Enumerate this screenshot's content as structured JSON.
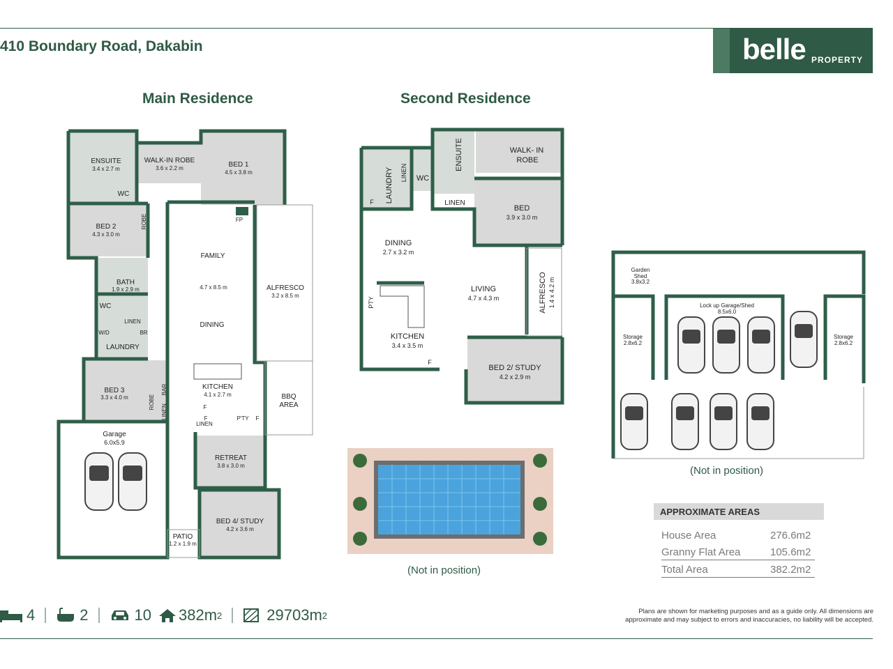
{
  "header": {
    "address": "410 Boundary Road, Dakabin",
    "logo_brand": "belle",
    "logo_sub": "PROPERTY"
  },
  "main_residence": {
    "title": "Main Residence",
    "rooms": {
      "ensuite": {
        "name": "ENSUITE",
        "size": "3.4 x 2.7 m"
      },
      "walkin": {
        "name": "WALK-IN ROBE",
        "size": "3.6 x 2.2 m"
      },
      "bed1": {
        "name": "BED 1",
        "size": "4.5 x 3.8 m"
      },
      "wc1": "WC",
      "bed2": {
        "name": "BED 2",
        "size": "4.3 x 3.0 m"
      },
      "robe": "ROBE",
      "fp": "FP",
      "family": "FAMILY",
      "family_size": "4.7 x 8.5 m",
      "dining": "DINING",
      "alfresco": {
        "name": "ALFRESCO",
        "size": "3.2 x 8.5 m"
      },
      "bath": {
        "name": "BATH",
        "size": "1.9 x 2.9 m"
      },
      "wc2": "WC",
      "linen": "LINEN",
      "wd": "W/D",
      "br": "BR",
      "laundry": "LAUNDRY",
      "bed3": {
        "name": "BED 3",
        "size": "3.3 x 4.0 m"
      },
      "robe2": "ROBE",
      "bar": "BAR",
      "linen2": "LINEN",
      "kitchen": {
        "name": "KITCHEN",
        "size": "4.1 x 2.7 m"
      },
      "f1": "F",
      "f2": "F",
      "pty": "P'TY",
      "f3": "F",
      "linen3": "LINEN",
      "bbq": {
        "line1": "BBQ",
        "line2": "AREA"
      },
      "garage": {
        "name": "Garage",
        "size": "6.0x5.9"
      },
      "retreat": {
        "name": "RETREAT",
        "size": "3.8 x 3.0 m"
      },
      "bed4": {
        "name": "BED 4/ STUDY",
        "size": "4.2 x 3.6 m"
      },
      "patio": {
        "name": "PATIO",
        "size": "1.2 x 1.9 m"
      }
    }
  },
  "second_residence": {
    "title": "Second Residence",
    "rooms": {
      "laundry": "LAUNDRY",
      "linen": "LINEN",
      "wc": "WC",
      "ensuite": "ENSUITE",
      "walkin": {
        "line1": "WALK- IN",
        "line2": "ROBE"
      },
      "f1": "F",
      "linen2": "LINEN",
      "bed": {
        "name": "BED",
        "size": "3.9 x 3.0 m"
      },
      "dining": {
        "name": "DINING",
        "size": "2.7 x 3.2 m"
      },
      "living": {
        "name": "LIVING",
        "size": "4.7 x 4.3 m"
      },
      "alfresco": {
        "name": "ALFRESCO",
        "size": "1.4 x 4.2 m"
      },
      "pty": "PTY",
      "kitchen": {
        "name": "KITCHEN",
        "size": "3.4 x 3.5 m"
      },
      "f2": "F",
      "bed2": {
        "name": "BED 2/ STUDY",
        "size": "4.2 x 2.9 m"
      }
    }
  },
  "pool": {
    "note": "(Not in position)"
  },
  "shed": {
    "note": "(Not in position)",
    "garden_shed": {
      "l1": "Garden",
      "l2": "Shed",
      "l3": "3.8x3.2"
    },
    "lockup": {
      "name": "Lock up Garage/Shed",
      "size": "8.5x6.0"
    },
    "storage_left": {
      "name": "Storage",
      "size": "2.8x6.2"
    },
    "storage_right": {
      "name": "Storage",
      "size": "2.8x6.2"
    }
  },
  "areas": {
    "heading": "APPROXIMATE AREAS",
    "rows": [
      {
        "label": "House Area",
        "value": "276.6m2"
      },
      {
        "label": "Granny Flat Area",
        "value": "105.6m2"
      },
      {
        "label": "Total Area",
        "value": "382.2m2"
      }
    ]
  },
  "stats": {
    "bed_icon": "bed-icon",
    "bath_icon": "bath-icon",
    "car_icon": "car-icon",
    "house_icon": "house-icon",
    "land_icon": "land-icon",
    "beds": "4",
    "baths": "2",
    "cars": "10",
    "house_area": "382m",
    "land_area": "29703m",
    "sq": "2"
  },
  "disclaimer": {
    "line1": "Plans are shown for marketing purposes and as a guide only. All dimensions are",
    "line2": "approximate and may subject to errors and inaccuracies, no liability will be accepted."
  },
  "colors": {
    "brand": "#2f5a45",
    "wall": "#2e5e48",
    "wet_area": "#d6dcd8",
    "bedroom": "#d9d9d9",
    "pool": "#4aa3dc"
  }
}
